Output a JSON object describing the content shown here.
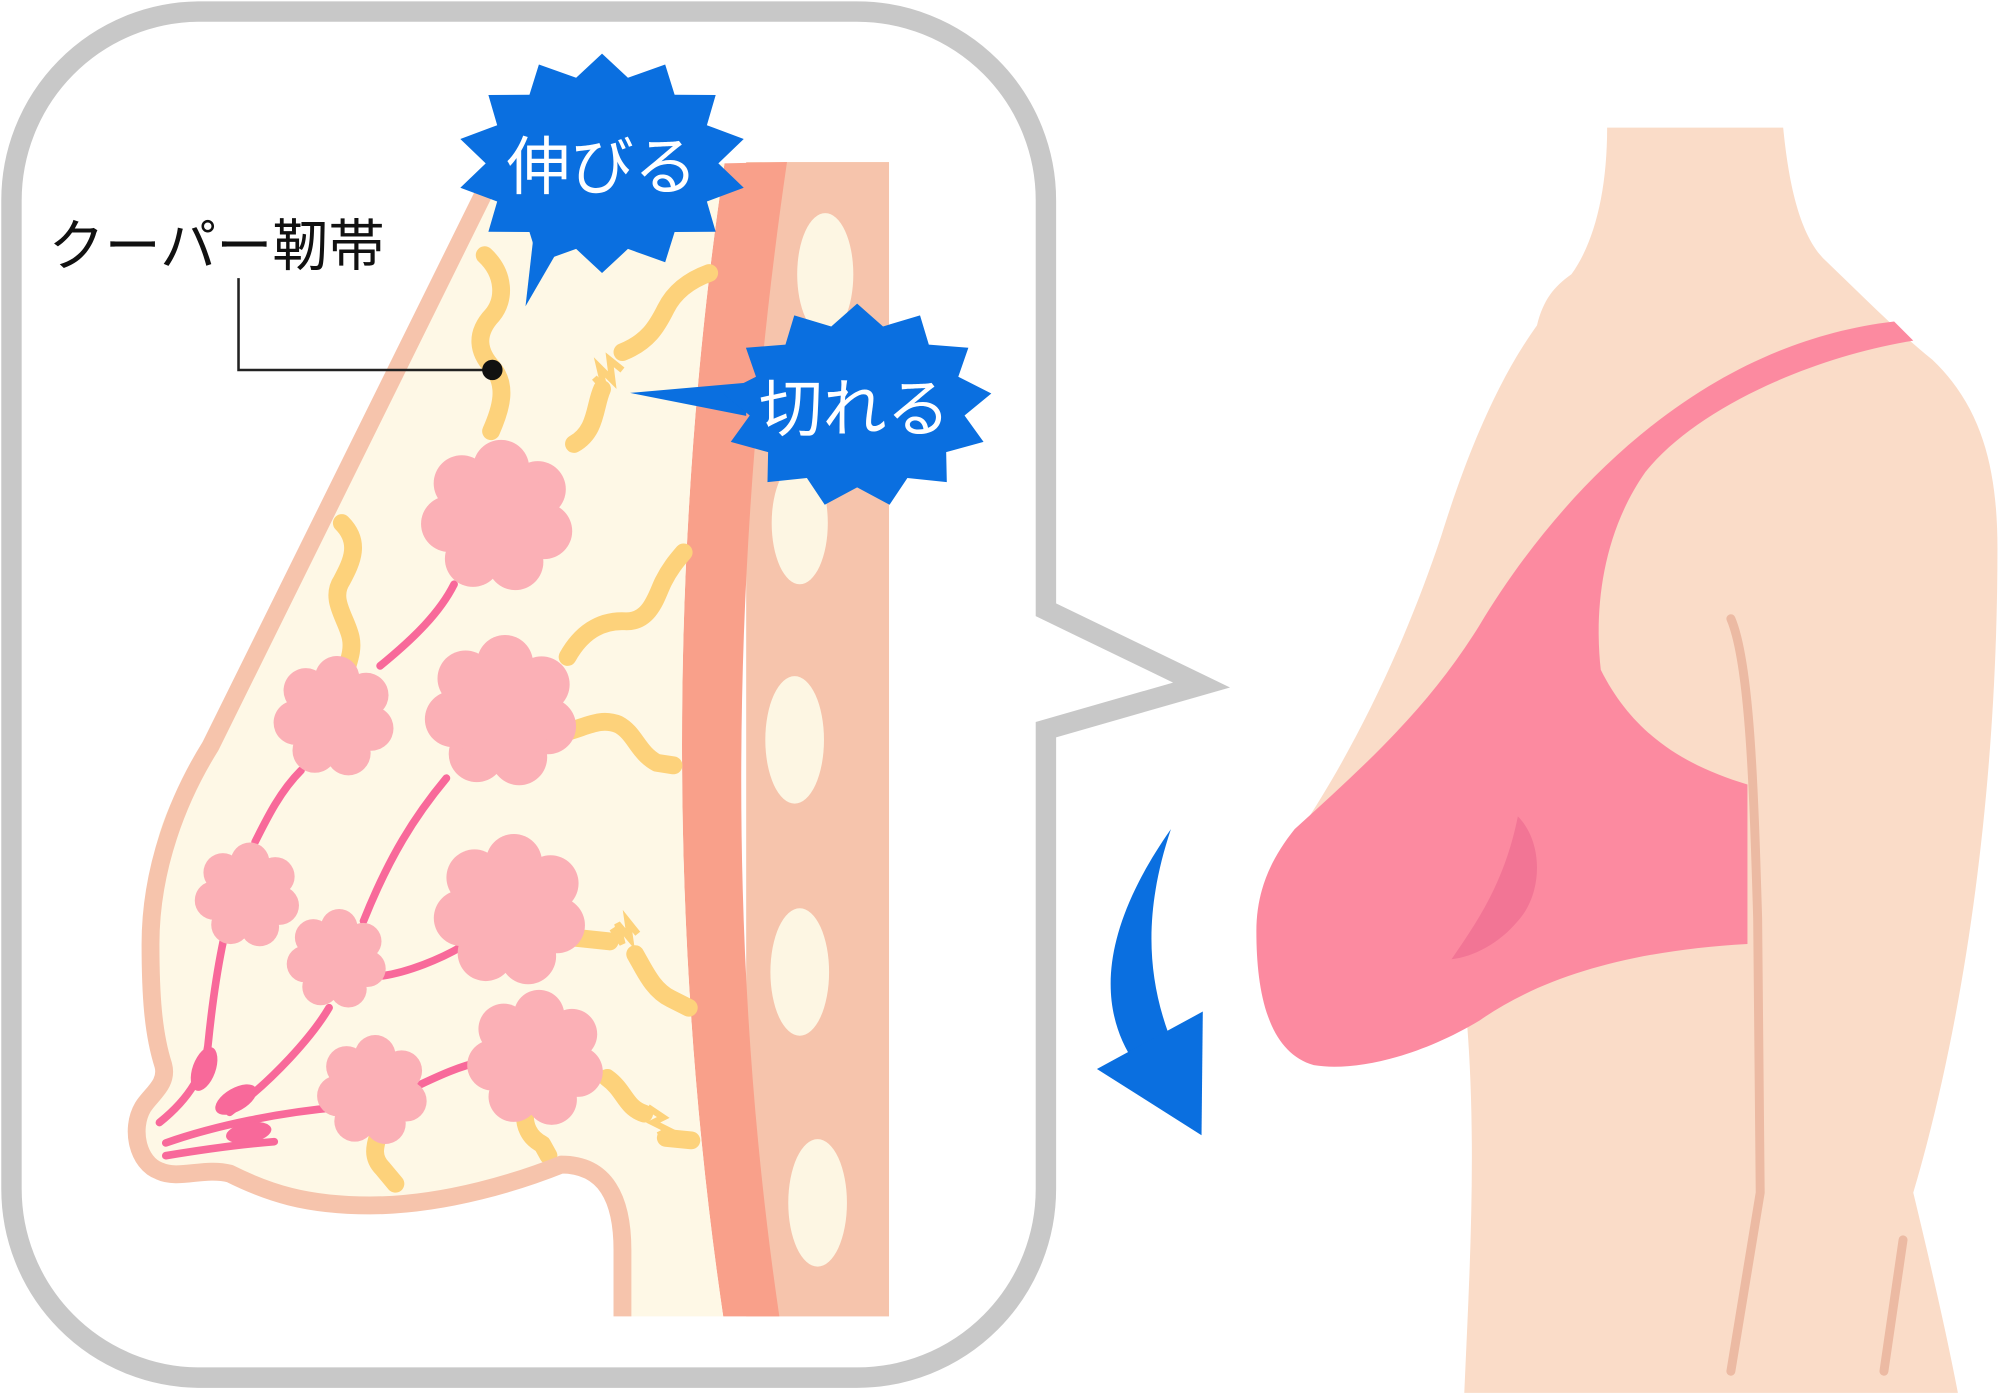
{
  "labels": {
    "ligament": "クーパー靭帯",
    "stretch": "伸びる",
    "tear": "切れる"
  },
  "colors": {
    "burst_blue": "#0a6fe0",
    "arrow_blue": "#0a6fe0",
    "breast_pink": "#fc8aa0",
    "skin": "#fadcc8",
    "lobule_pink": "#fbb0b6",
    "bubble_outline": "#c8c8c8"
  }
}
